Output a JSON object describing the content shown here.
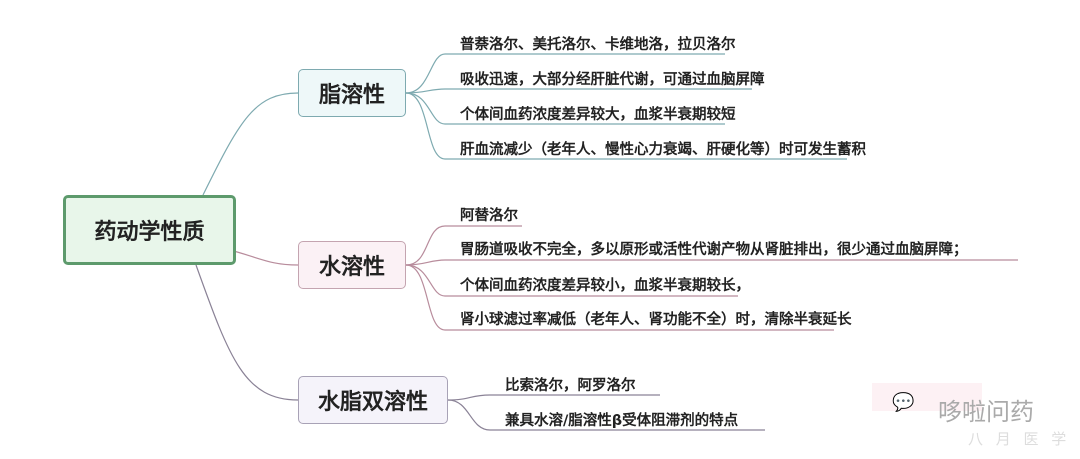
{
  "root": {
    "label": "药动学性质"
  },
  "branches": [
    {
      "label": "脂溶性",
      "color": "#7eaab0",
      "leaves": [
        "普萘洛尔、美托洛尔、卡维地洛，拉贝洛尔",
        "吸收迅速，大部分经肝脏代谢，可通过血脑屏障",
        "个体间血药浓度差异较大，血浆半衰期较短",
        "肝血流减少（老年人、慢性心力衰竭、肝硬化等）时可发生蓄积"
      ]
    },
    {
      "label": "水溶性",
      "color": "#b88c9c",
      "leaves": [
        "阿替洛尔",
        "胃肠道吸收不完全，多以原形或活性代谢产物从肾脏排出，很少通过血脑屏障；",
        "个体间血药浓度差异较小，血浆半衰期较长，",
        "肾小球滤过率减低（老年人、肾功能不全）时，清除半衰延长"
      ]
    },
    {
      "label": "水脂双溶性",
      "color": "#8a8296",
      "leaves": [
        "比索洛尔，阿罗洛尔",
        "兼具水溶/脂溶性β受体阻滞剂的特点"
      ]
    }
  ],
  "watermark": {
    "title": "哆啦问药",
    "subtitle": "八 月 医 学"
  }
}
